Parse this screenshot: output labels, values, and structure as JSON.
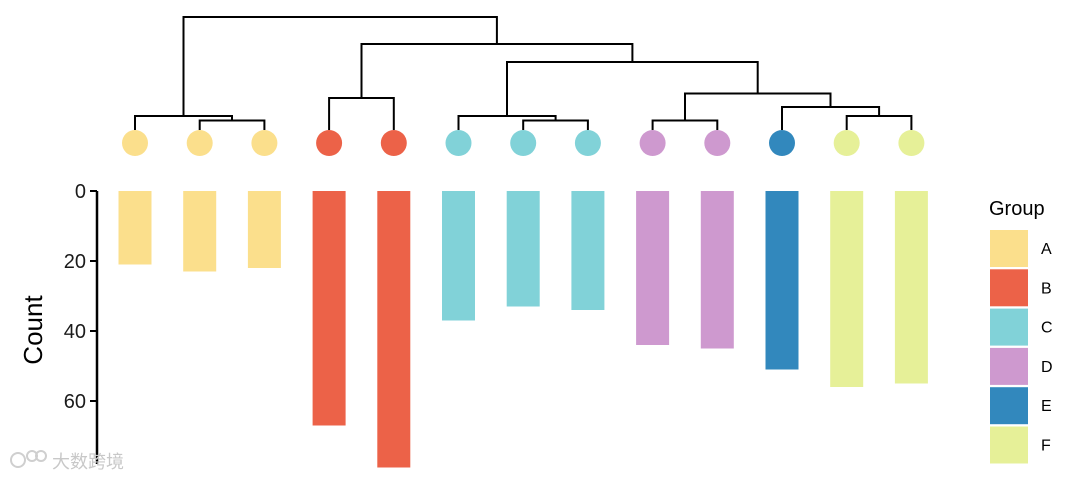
{
  "chart_data": {
    "type": "bar",
    "orientation": "downward",
    "ylabel": "Count",
    "ylim": [
      0,
      78
    ],
    "yticks": [
      0,
      20,
      40,
      60
    ],
    "ytick_labels": [
      "0",
      "20",
      "40",
      "60"
    ],
    "grid": false,
    "legend": {
      "title": "Group",
      "position": "right",
      "entries": [
        {
          "label": "A",
          "color": "#FBDF8C"
        },
        {
          "label": "B",
          "color": "#EC6248"
        },
        {
          "label": "C",
          "color": "#81D2D8"
        },
        {
          "label": "D",
          "color": "#CE99CF"
        },
        {
          "label": "E",
          "color": "#3288BD"
        },
        {
          "label": "F",
          "color": "#E6F098"
        }
      ]
    },
    "bars": [
      {
        "group": "A",
        "value": 21
      },
      {
        "group": "A",
        "value": 23
      },
      {
        "group": "A",
        "value": 22
      },
      {
        "group": "B",
        "value": 67
      },
      {
        "group": "B",
        "value": 79
      },
      {
        "group": "C",
        "value": 37
      },
      {
        "group": "C",
        "value": 33
      },
      {
        "group": "C",
        "value": 34
      },
      {
        "group": "D",
        "value": 44
      },
      {
        "group": "D",
        "value": 45
      },
      {
        "group": "E",
        "value": 51
      },
      {
        "group": "F",
        "value": 56
      },
      {
        "group": "F",
        "value": 55
      }
    ],
    "dendrogram": {
      "leaves": [
        0,
        1,
        2,
        3,
        4,
        5,
        6,
        7,
        8,
        9,
        10,
        11,
        12
      ],
      "merges": [
        {
          "id": 13,
          "left": 1,
          "right": 2,
          "height": 0.05
        },
        {
          "id": 14,
          "left": 0,
          "right": 13,
          "height": 0.1
        },
        {
          "id": 15,
          "left": 3,
          "right": 4,
          "height": 0.3
        },
        {
          "id": 16,
          "left": 6,
          "right": 7,
          "height": 0.05
        },
        {
          "id": 17,
          "left": 5,
          "right": 16,
          "height": 0.1
        },
        {
          "id": 18,
          "left": 8,
          "right": 9,
          "height": 0.05
        },
        {
          "id": 19,
          "left": 11,
          "right": 12,
          "height": 0.1
        },
        {
          "id": 20,
          "left": 10,
          "right": 19,
          "height": 0.2
        },
        {
          "id": 21,
          "left": 18,
          "right": 20,
          "height": 0.35
        },
        {
          "id": 22,
          "left": 17,
          "right": 21,
          "height": 0.7
        },
        {
          "id": 23,
          "left": 15,
          "right": 22,
          "height": 0.9
        },
        {
          "id": 24,
          "left": 14,
          "right": 23,
          "height": 1.2
        }
      ]
    }
  },
  "watermark": {
    "text": "大数跨境"
  }
}
